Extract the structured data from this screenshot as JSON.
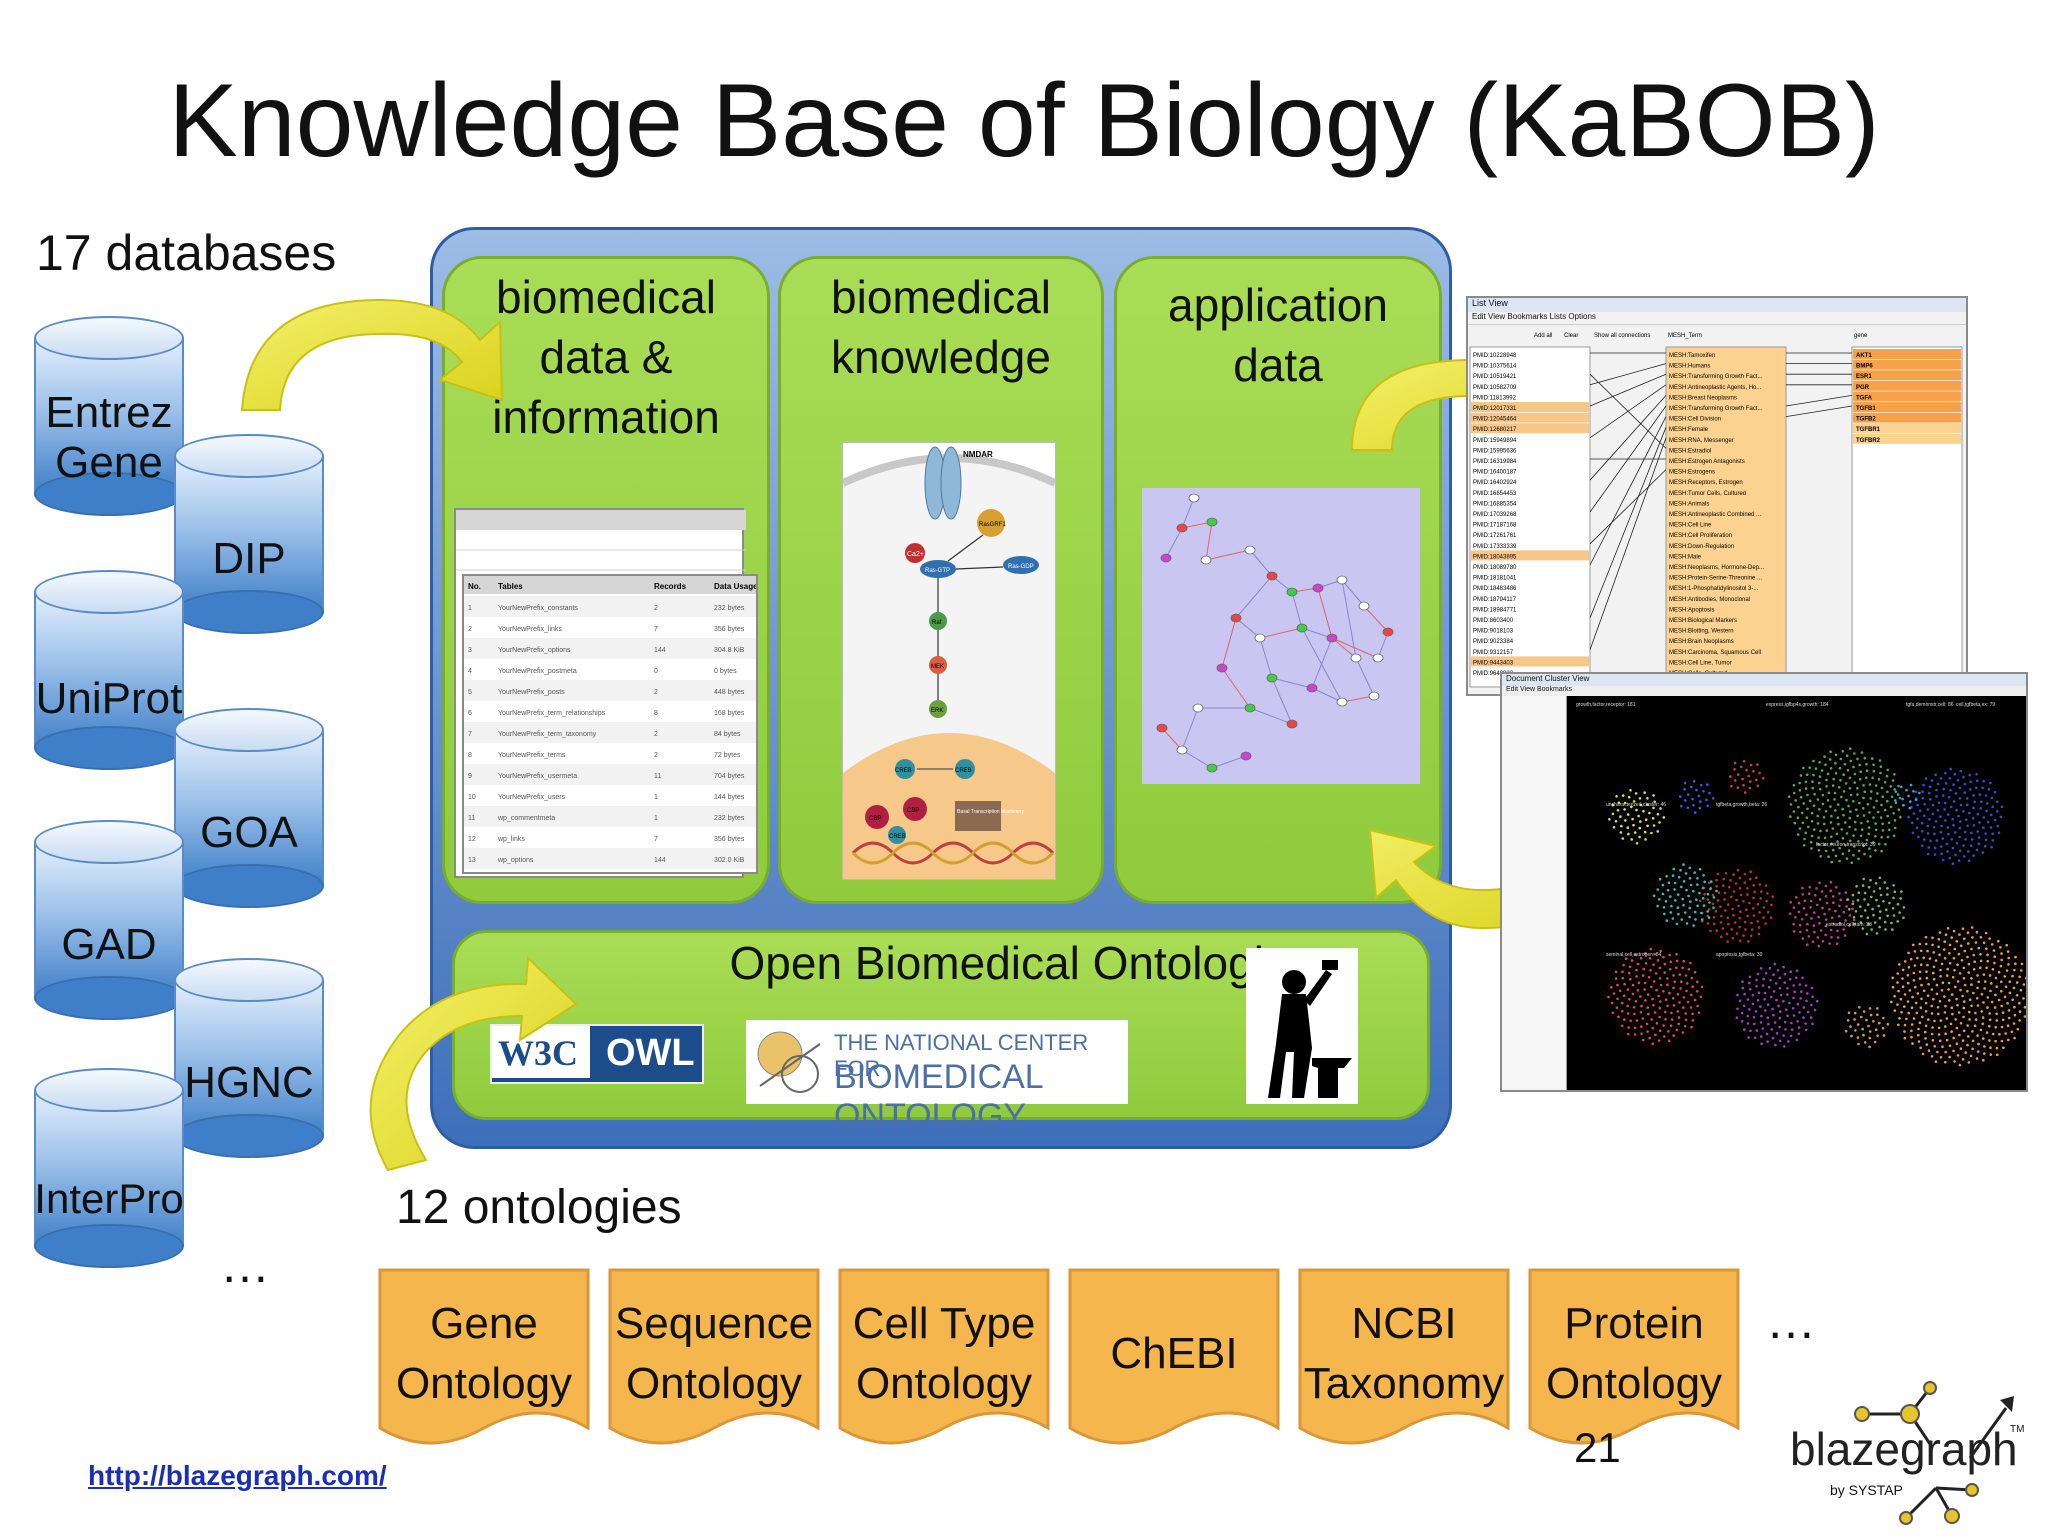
{
  "title": "Knowledge Base of Biology (KaBOB)",
  "databases": {
    "label": "17 databases",
    "items": [
      "Entrez\nGene",
      "DIP",
      "UniProt",
      "GOA",
      "GAD",
      "HGNC",
      "InterPro"
    ],
    "more": "…"
  },
  "panels": {
    "data_info": "biomedical\ndata &\ninformation",
    "knowledge": "biomedical\nknowledge",
    "application": "application\ndata"
  },
  "table": {
    "headers": [
      "No.",
      "Tables",
      "Records",
      "Data Usage"
    ],
    "rows": [
      [
        "1",
        "YourNewPrefix_constants",
        "2",
        "232 bytes"
      ],
      [
        "2",
        "YourNewPrefix_links",
        "7",
        "356 bytes"
      ],
      [
        "3",
        "YourNewPrefix_options",
        "144",
        "304.8 KiB"
      ],
      [
        "4",
        "YourNewPrefix_postmeta",
        "0",
        "0 bytes"
      ],
      [
        "5",
        "YourNewPrefix_posts",
        "2",
        "448 bytes"
      ],
      [
        "6",
        "YourNewPrefix_term_relationships",
        "8",
        "168 bytes"
      ],
      [
        "7",
        "YourNewPrefix_term_taxonomy",
        "2",
        "84 bytes"
      ],
      [
        "8",
        "YourNewPrefix_terms",
        "2",
        "72 bytes"
      ],
      [
        "9",
        "YourNewPrefix_usermeta",
        "11",
        "704 bytes"
      ],
      [
        "10",
        "YourNewPrefix_users",
        "1",
        "144 bytes"
      ],
      [
        "11",
        "wp_commentmeta",
        "1",
        "232 bytes"
      ],
      [
        "12",
        "wp_links",
        "7",
        "356 bytes"
      ],
      [
        "13",
        "wp_options",
        "144",
        "302.0 KiB"
      ]
    ]
  },
  "pathway": {
    "title": "NMDAR",
    "nodes": [
      "Ca2+",
      "RasGRF1",
      "Ras-GTP",
      "Ras-GDP",
      "Raf",
      "MEK",
      "ERK",
      "CREB",
      "CREB",
      "CBP",
      "CBP",
      "CREB",
      "Basal Transcription Machinery"
    ]
  },
  "ontologies_box": {
    "title": "Open Biomedical Ontologies",
    "owl": "OWL",
    "w3c": "W3C",
    "ncbo_line1": "THE NATIONAL CENTER FOR",
    "ncbo_line2": "BIOMEDICAL ONTOLOGY"
  },
  "ontologies": {
    "label": "12 ontologies",
    "items": [
      "Gene\nOntology",
      "Sequence\nOntology",
      "Cell Type\nOntology",
      "ChEBI",
      "NCBI\nTaxonomy",
      "Protein\nOntology"
    ],
    "more": "…"
  },
  "list_view": {
    "window_title": "List View",
    "menu": "Edit  View  Bookmarks  Lists  Options",
    "col1_buttons": [
      "Add all",
      "Clear",
      "Show all connections"
    ],
    "col2_header": "MESH_Term",
    "col3_header": "gene",
    "pmids": [
      "PMID:10228948",
      "PMID:10375614",
      "PMID:10519421",
      "PMID:10582709",
      "PMID:11813992",
      "PMID:12017331",
      "PMID:12045464",
      "PMID:12680217",
      "PMID:15949894",
      "PMID:15995636",
      "PMID:16319984",
      "PMID:16400187",
      "PMID:16402924",
      "PMID:16854453",
      "PMID:16885354",
      "PMID:17039268",
      "PMID:17187168",
      "PMID:17261761",
      "PMID:17333339",
      "PMID:18043895",
      "PMID:18089780",
      "PMID:18181041",
      "PMID:18483486",
      "PMID:18794117",
      "PMID:18984771",
      "PMID:8603400",
      "PMID:9018103",
      "PMID:9023384",
      "PMID:9312157",
      "PMID:9443403",
      "PMID:9648930"
    ],
    "mesh": [
      "MESH:Tamoxifen",
      "MESH:Humans",
      "MESH:Transforming Growth Fact...",
      "MESH:Antineoplastic Agents, Ho...",
      "MESH:Breast Neoplasms",
      "MESH:Transforming Growth Fact...",
      "MESH:Cell Division",
      "MESH:Female",
      "MESH:RNA, Messenger",
      "MESH:Estradiol",
      "MESH:Estrogen Antagonists",
      "MESH:Estrogens",
      "MESH:Receptors, Estrogen",
      "MESH:Tumor Cells, Cultured",
      "MESH:Animals",
      "MESH:Antineoplastic Combined ...",
      "MESH:Cell Line",
      "MESH:Cell Proliferation",
      "MESH:Down-Regulation",
      "MESH:Male",
      "MESH:Neoplasms, Hormone-Dep...",
      "MESH:Protein-Serine-Threonine ...",
      "MESH:1-Phosphatidylinositol 3-...",
      "MESH:Antibodies, Monoclonal",
      "MESH:Apoptosis",
      "MESH:Biological Markers",
      "MESH:Blotting, Western",
      "MESH:Brain Neoplasms",
      "MESH:Carcinoma, Squamous Cell",
      "MESH:Cell Line, Tumor",
      "MESH:Cells, Cultured"
    ],
    "genes": [
      "AKT1",
      "BMP6",
      "ESR1",
      "PGR",
      "TGFA",
      "TGFB1",
      "TGFB2",
      "TGFBR1",
      "TGFBR2"
    ]
  },
  "cluster_view": {
    "window_title": "Document Cluster View",
    "menu": "Edit  View  Bookmarks",
    "clusters": [
      "growth,factor,receptor: 181",
      "express,igfbp4s,growth: 184",
      "tgfa,demonstr,cell: 86",
      "cell,tgfbeta,ex: 79",
      "uncharacterized,cluster: 46",
      "tgfbeta,growth,beta: 26",
      "factor,neuron,transcript: 39",
      "estradiol,cell,tam: 38",
      "seminal,cell,estrogen: 84",
      "apoptosis,tgfbeta: 30"
    ]
  },
  "footer": {
    "url": "http://blazegraph.com/",
    "page_number": "21",
    "logo_text": "blazegraph",
    "logo_tm": "TM",
    "logo_by": "by SYSTAP"
  },
  "colors": {
    "panel_green": "#9ad148",
    "container_blue": "#4a7cc4",
    "arrow_yellow": "#e6e12a",
    "ontology_orange": "#f6b64e"
  }
}
